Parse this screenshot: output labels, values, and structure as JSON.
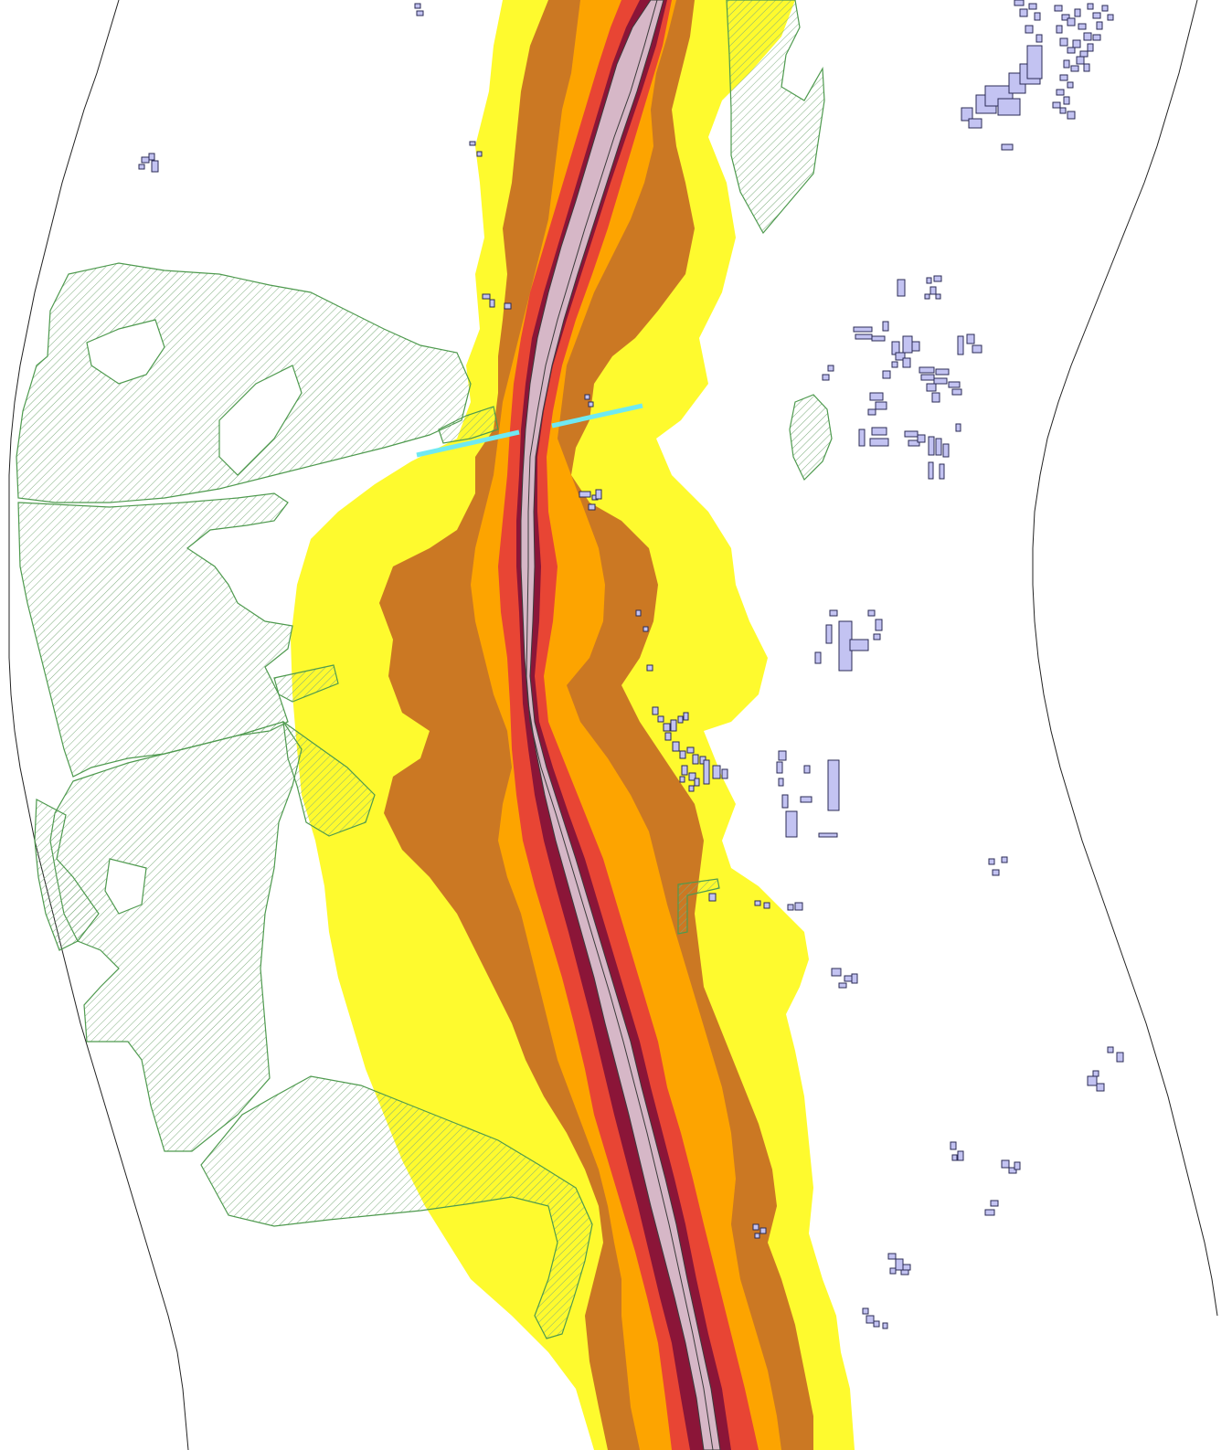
{
  "map": {
    "colors": {
      "background": "#ffffff",
      "zone_outer": "#fefa2e",
      "zone_second": "#cb7823",
      "zone_third": "#fda400",
      "zone_fourth": "#e84534",
      "zone_inner": "#8b1538",
      "road_fill": "#d6b7c7",
      "road_edge": "#3b3b3b",
      "forest_stroke": "#4e9a4e",
      "forest_hatch": "#7fae7f",
      "building_fill": "#c3c3f2",
      "building_stroke": "#2b2b55",
      "barrier": "#6fe9f2",
      "boundary": "#222222"
    },
    "icons": {
      "forest": "hatched-polygon",
      "building": "rectangle",
      "barrier": "line"
    }
  }
}
